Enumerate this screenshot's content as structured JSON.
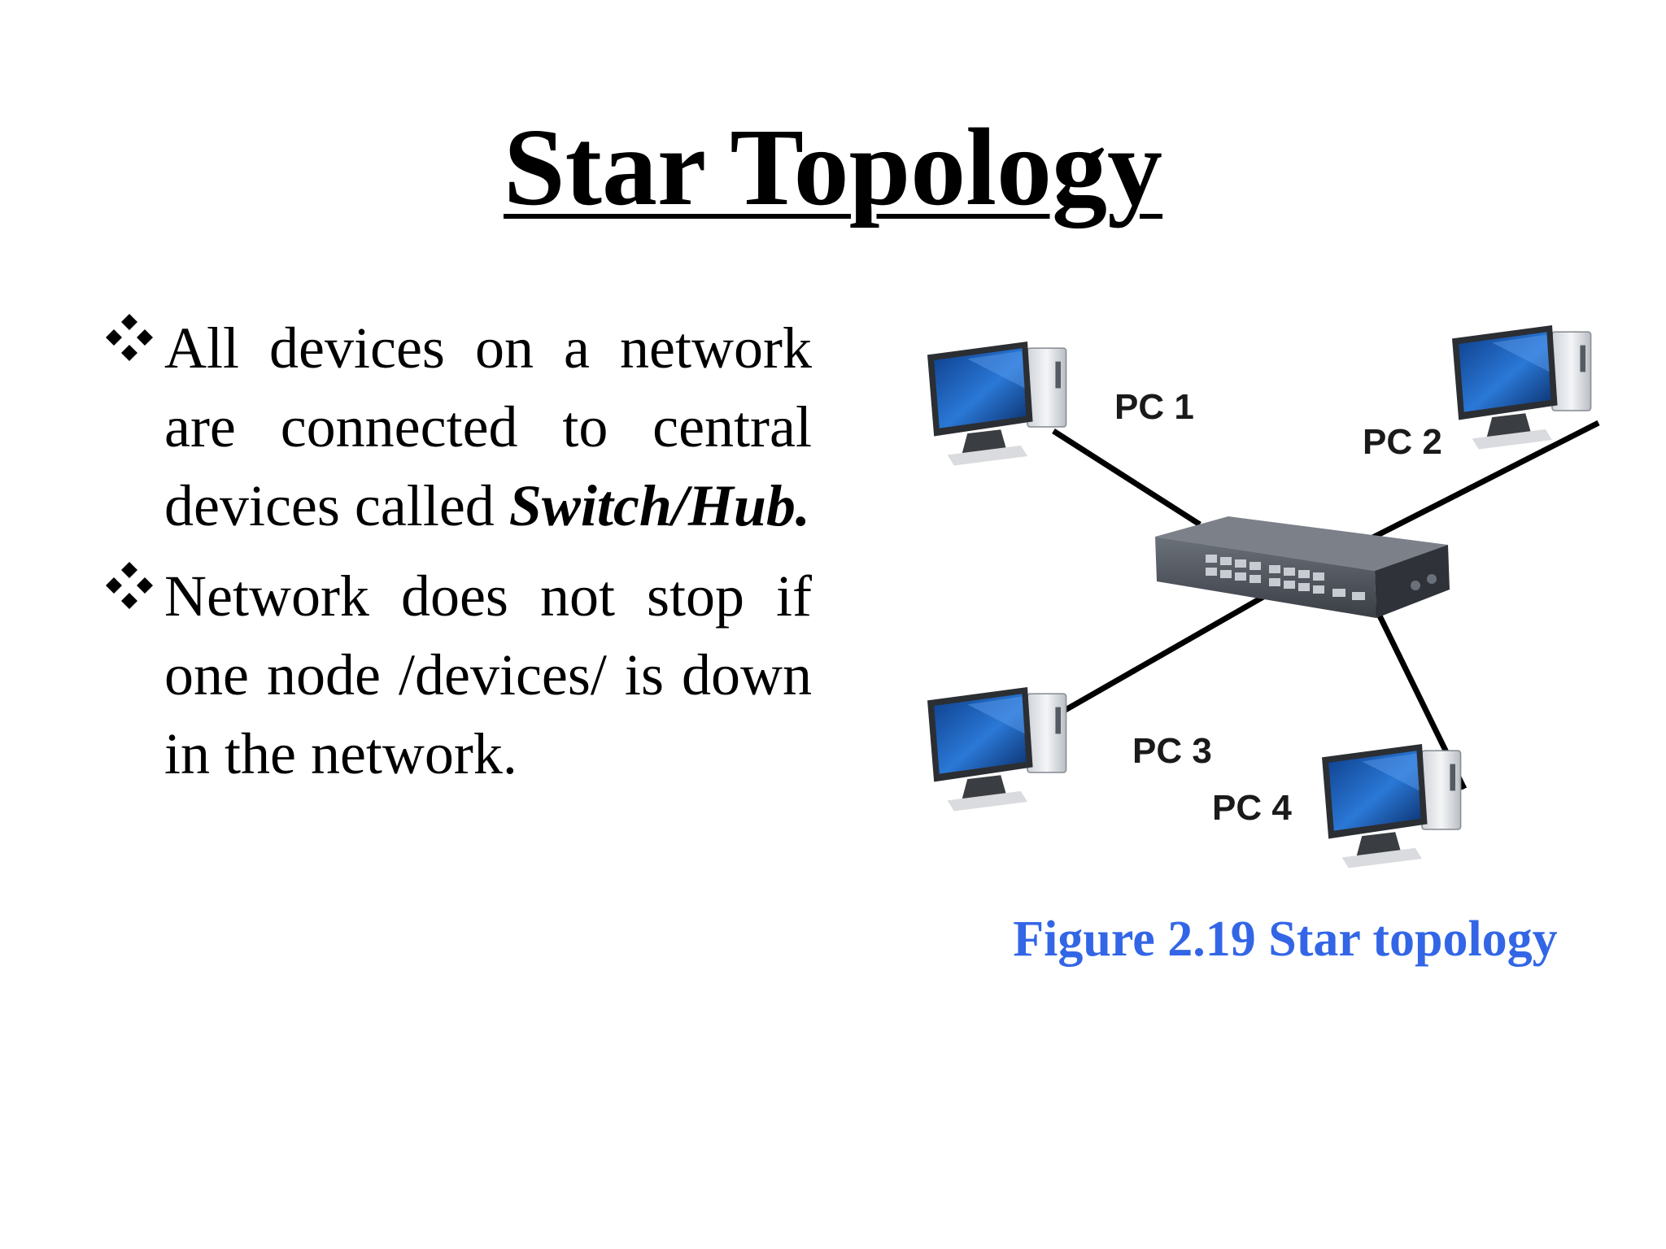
{
  "title": "Star Topology",
  "bullets": [
    {
      "text": "All devices on a network are connected to central devices called ",
      "emphasis": "Switch/Hub."
    },
    {
      "text": "Network does not stop if one node /devices/ is down in the network.",
      "emphasis": ""
    }
  ],
  "diagram": {
    "center_device": "switch-hub",
    "nodes": [
      {
        "label": "PC 1"
      },
      {
        "label": "PC 2"
      },
      {
        "label": "PC 3"
      },
      {
        "label": "PC 4"
      }
    ]
  },
  "caption": "Figure 2.19 Star topology",
  "colors": {
    "caption": "#3366e6",
    "screen": "#1f5fbf",
    "switch_body": "#4a4f57",
    "cable": "#000000"
  }
}
